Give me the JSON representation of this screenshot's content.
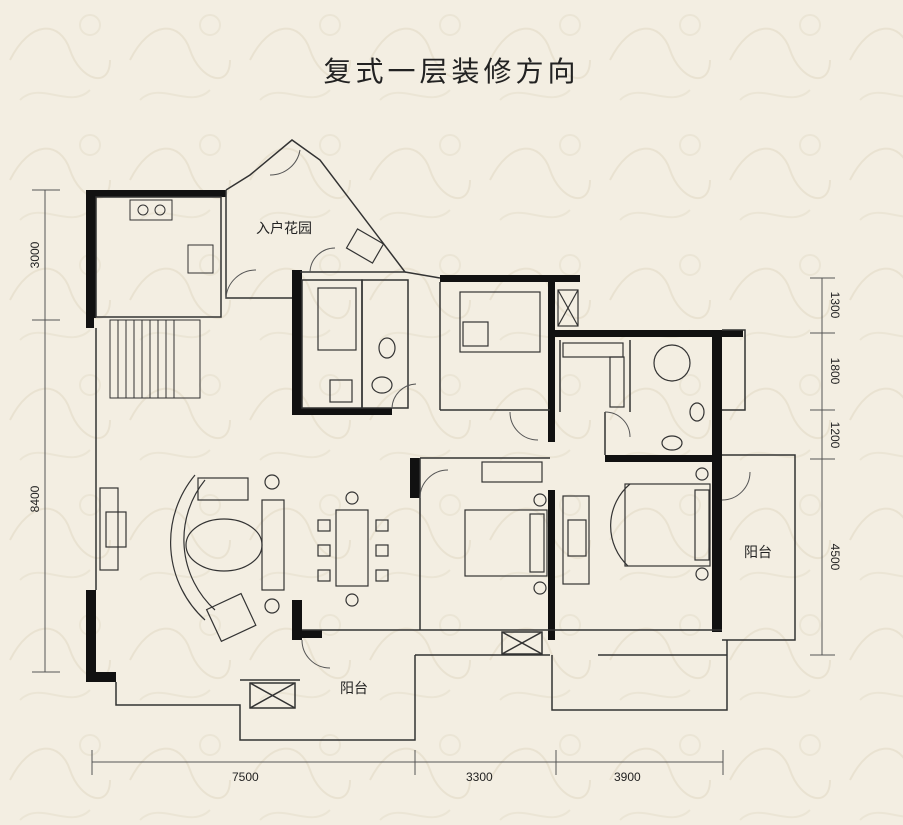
{
  "title": "复式一层装修方向",
  "rooms": {
    "entry_garden": "入户花园",
    "balcony_east": "阳台",
    "balcony_south": "阳台"
  },
  "dimensions": {
    "left": [
      "3000",
      "8400"
    ],
    "right": [
      "1300",
      "1800",
      "1200",
      "4500"
    ],
    "bottom": [
      "7500",
      "3300",
      "3900"
    ]
  },
  "colors": {
    "background": "#f3eee2",
    "wall": "#111111",
    "line": "#555555"
  }
}
